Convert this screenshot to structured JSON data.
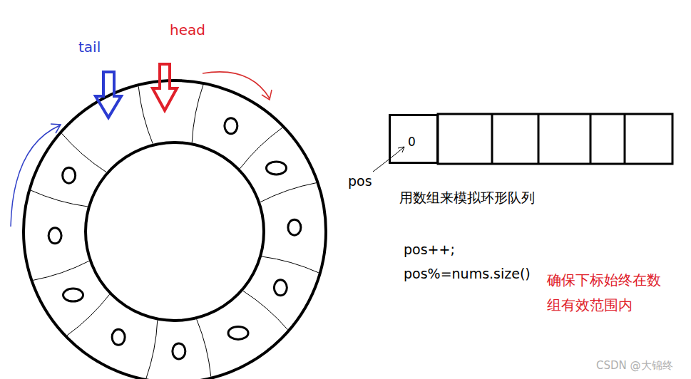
{
  "diagram": {
    "nodes": [
      {
        "text": [
          "0"
        ]
      }
    ],
    "labels": [
      "head",
      "tail",
      "pos",
      "用数组来模拟环形队列",
      "pos++;",
      "pos%=nums.size()",
      "确保下标始终在数 组有效范围内",
      "CSDN @大锦终"
    ]
  }
}
